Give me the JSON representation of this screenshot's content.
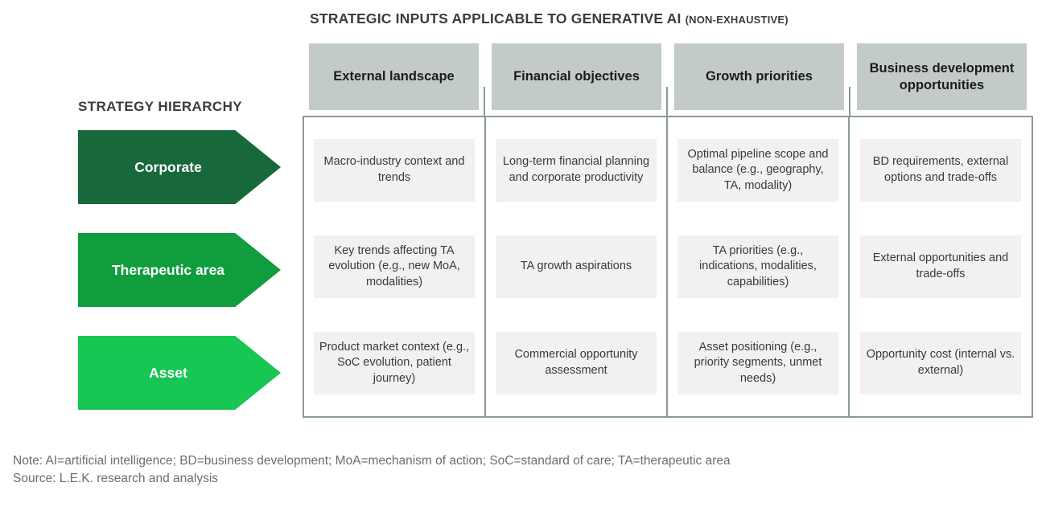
{
  "title": {
    "main": "STRATEGIC INPUTS APPLICABLE TO GENERATIVE AI",
    "sub": "(NON-EXHAUSTIVE)"
  },
  "hierarchy": {
    "label": "STRATEGY HIERARCHY",
    "levels": [
      {
        "name": "Corporate",
        "color": "#17683a"
      },
      {
        "name": "Therapeutic area",
        "color": "#0f9d3e"
      },
      {
        "name": "Asset",
        "color": "#17c653"
      }
    ]
  },
  "matrix": {
    "header_bg": "#c3cbca",
    "border_color": "#8a9a94",
    "cell_bg": "#f1f1f1",
    "columns": [
      {
        "header": "External landscape"
      },
      {
        "header": "Financial objectives"
      },
      {
        "header": "Growth priorities"
      },
      {
        "header": "Business development opportunities"
      }
    ],
    "cells": [
      [
        "Macro-industry context and trends",
        "Key trends affecting TA evolution (e.g., new MoA, modalities)",
        "Product market context (e.g., SoC evolution, patient journey)"
      ],
      [
        "Long-term financial planning and corporate productivity",
        "TA growth aspirations",
        "Commercial opportunity assessment"
      ],
      [
        "Optimal pipeline scope and balance (e.g., geography, TA, modality)",
        "TA priorities (e.g., indications, modalities, capabilities)",
        "Asset positioning (e.g., priority segments, unmet needs)"
      ],
      [
        "BD requirements, external options and trade-offs",
        "External opportunities and trade-offs",
        "Opportunity cost (internal vs. external)"
      ]
    ]
  },
  "footer": {
    "note": "Note: AI=artificial intelligence; BD=business development; MoA=mechanism of action; SoC=standard of care; TA=therapeutic area",
    "source": "Source: L.E.K. research and analysis"
  }
}
